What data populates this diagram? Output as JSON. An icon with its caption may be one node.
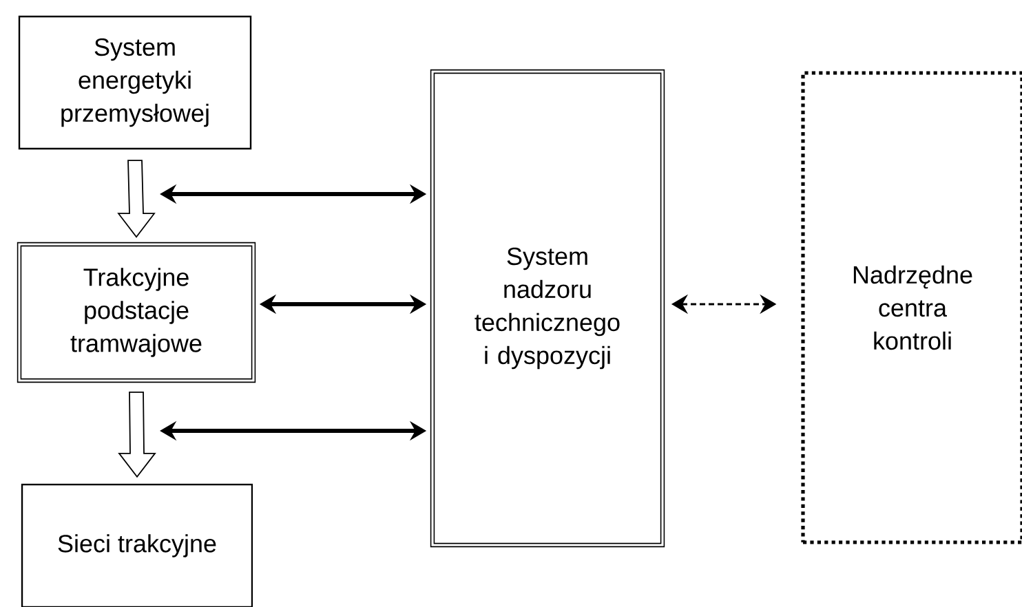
{
  "diagram": {
    "nodes": [
      {
        "text": [
          "System energetyki przemysłowej"
        ]
      },
      {
        "text": [
          "Trakcyjne podstacje tramwajowe"
        ]
      },
      {
        "text": [
          "Sieci trakcyjne"
        ]
      },
      {
        "text": [
          "System nadzoru technicznego i dyspozycji"
        ]
      },
      {
        "text": [
          "Nadrzędne centra kontroli"
        ]
      }
    ],
    "edges": [
      {
        "from": 0,
        "to": 1,
        "arrow": "to"
      },
      {
        "from": null,
        "to": 3,
        "arrow": "both"
      },
      {
        "from": 1,
        "to": 3,
        "arrow": "both"
      },
      {
        "from": 1,
        "to": 2,
        "arrow": "to"
      },
      {
        "from": null,
        "to": 3,
        "arrow": "both"
      },
      {
        "from": 3,
        "to": 4,
        "arrow": "both",
        "style": "dashed"
      }
    ]
  }
}
